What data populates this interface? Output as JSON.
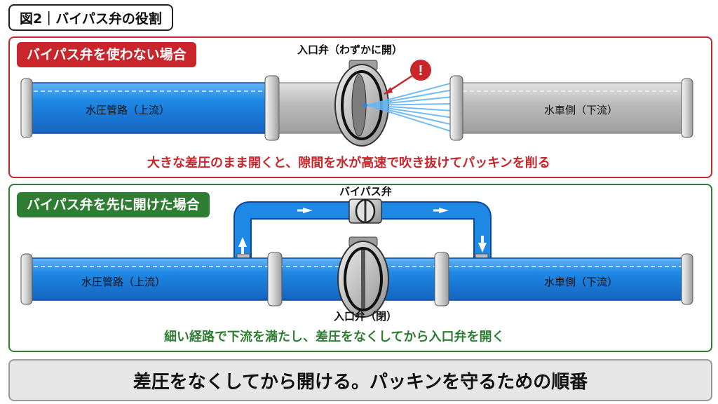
{
  "figure_title": "図2｜バイパス弁の役割",
  "without_bypass": {
    "badge": "バイパス弁を使わない場合",
    "valve_label": "入口弁（わずかに開）",
    "upstream_label": "水圧管路（上流）",
    "downstream_label": "水車側（下流）",
    "caption": "大きな差圧のまま開くと、隙間を水が高速で吹き抜けてパッキンを削る",
    "warning_symbol": "!"
  },
  "with_bypass": {
    "badge": "バイパス弁を先に開けた場合",
    "bypass_valve_label": "バイパス弁",
    "main_valve_label": "入口弁（閉）",
    "upstream_label": "水圧管路（上流）",
    "downstream_label": "水車側（下流）",
    "caption": "細い経路で下流を満たし、差圧をなくしてから入口弁を開く"
  },
  "summary": "差圧をなくしてから開ける。パッキンを守るための順番",
  "colors": {
    "red": "#c9262c",
    "green": "#2e7d32",
    "water_blue": "#1e88e5",
    "empty_gray": "#b9b9b9"
  }
}
